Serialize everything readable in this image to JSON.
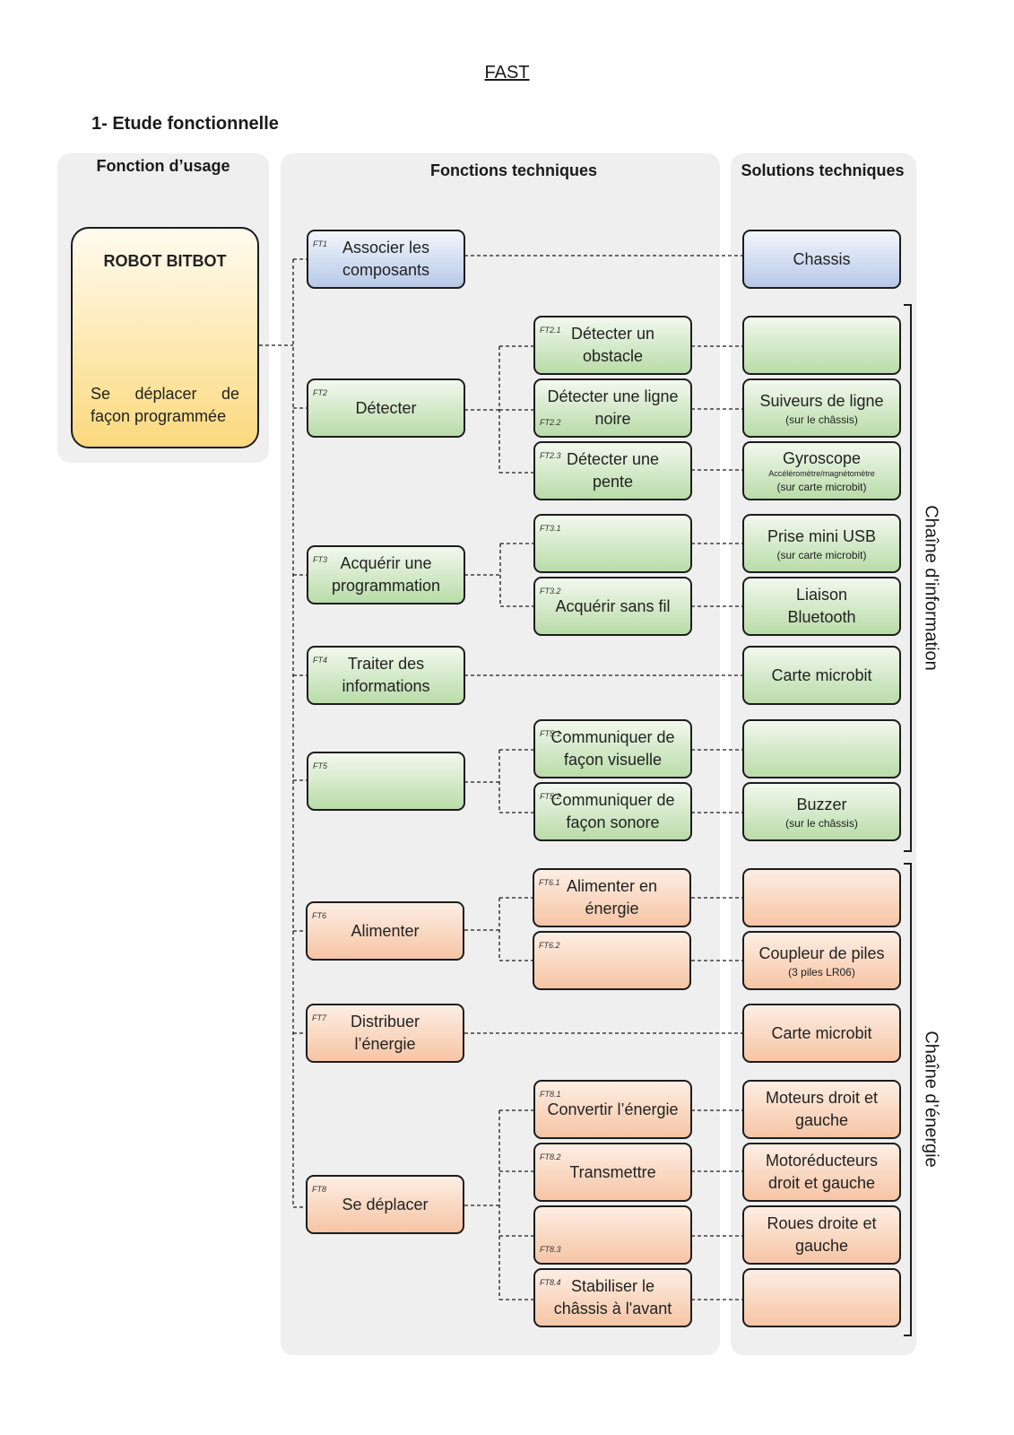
{
  "title": "FAST",
  "section": "1-   Etude fonctionnelle",
  "columns": {
    "usage": "Fonction d’usage",
    "technical_functions": "Fonctions techniques",
    "technical_solutions": "Solutions techniques"
  },
  "main_function": {
    "name": "ROBOT BITBOT",
    "text": "Se déplacer de façon programmée"
  },
  "functions": {
    "ft1": {
      "code": "FT1",
      "label": "Associer les composants"
    },
    "ft2": {
      "code": "FT2",
      "label": "Détecter"
    },
    "ft2_1": {
      "code": "FT2.1",
      "label": "Détecter un obstacle"
    },
    "ft2_2": {
      "code": "FT2.2",
      "label": "Détecter une ligne noire"
    },
    "ft2_3": {
      "code": "FT2.3",
      "label": "Détecter une pente"
    },
    "ft3": {
      "code": "FT3",
      "label": "Acquérir une programmation"
    },
    "ft3_1": {
      "code": "FT3.1",
      "label": ""
    },
    "ft3_2": {
      "code": "FT3.2",
      "label": "Acquérir sans fil"
    },
    "ft4": {
      "code": "FT4",
      "label": "Traiter des informations"
    },
    "ft5": {
      "code": "FT5",
      "label": ""
    },
    "ft5_1": {
      "code": "FT5.1",
      "label": "Communiquer de façon visuelle"
    },
    "ft5_2": {
      "code": "FT5.2",
      "label": "Communiquer de façon sonore"
    },
    "ft6": {
      "code": "FT6",
      "label": "Alimenter"
    },
    "ft6_1": {
      "code": "FT6.1",
      "label": "Alimenter en énergie"
    },
    "ft6_2": {
      "code": "FT6.2",
      "label": ""
    },
    "ft7": {
      "code": "FT7",
      "label": "Distribuer l’énergie"
    },
    "ft8": {
      "code": "FT8",
      "label": "Se déplacer"
    },
    "ft8_1": {
      "code": "FT8.1",
      "label": "Convertir l’énergie"
    },
    "ft8_2": {
      "code": "FT8.2",
      "label": "Transmettre"
    },
    "ft8_3": {
      "code": "FT8.3",
      "label": ""
    },
    "ft8_4": {
      "code": "FT8.4",
      "label": "Stabiliser le châssis à l'avant"
    }
  },
  "solutions": {
    "s1": {
      "label": "Chassis",
      "note": "",
      "note2": ""
    },
    "s2_1": {
      "label": "",
      "note": "",
      "note2": ""
    },
    "s2_2": {
      "label": "Suiveurs de ligne",
      "note": "(sur le châssis)",
      "note2": ""
    },
    "s2_3": {
      "label": "Gyroscope",
      "note": "Accéléromètre/magnétomètre",
      "note2": "(sur carte microbit)"
    },
    "s3_1": {
      "label": "Prise mini USB",
      "note": "(sur carte microbit)",
      "note2": ""
    },
    "s3_2": {
      "label": "Liaison Bluetooth",
      "note": "",
      "note2": ""
    },
    "s4": {
      "label": "Carte microbit",
      "note": "",
      "note2": ""
    },
    "s5_1": {
      "label": "",
      "note": "",
      "note2": ""
    },
    "s5_2": {
      "label": "Buzzer",
      "note": "(sur le châssis)",
      "note2": ""
    },
    "s6_1": {
      "label": "",
      "note": "",
      "note2": ""
    },
    "s6_2": {
      "label": "Coupleur de piles",
      "note": "(3 piles LR06)",
      "note2": ""
    },
    "s7": {
      "label": "Carte microbit",
      "note": "",
      "note2": ""
    },
    "s8_1": {
      "label": "Moteurs droit et gauche",
      "note": "",
      "note2": ""
    },
    "s8_2": {
      "label": "Motoréducteurs droit et gauche",
      "note": "",
      "note2": ""
    },
    "s8_3": {
      "label": "Roues droite et gauche",
      "note": "",
      "note2": ""
    },
    "s8_4": {
      "label": "",
      "note": "",
      "note2": ""
    }
  },
  "chains": {
    "information": "Chaîne d’information",
    "energy": "Chaîne d’énergie"
  },
  "colors": {
    "information": "#b9dca8",
    "energy": "#f6c5a4",
    "structure": "#b7c8e8",
    "usage": "#fbd97d"
  }
}
